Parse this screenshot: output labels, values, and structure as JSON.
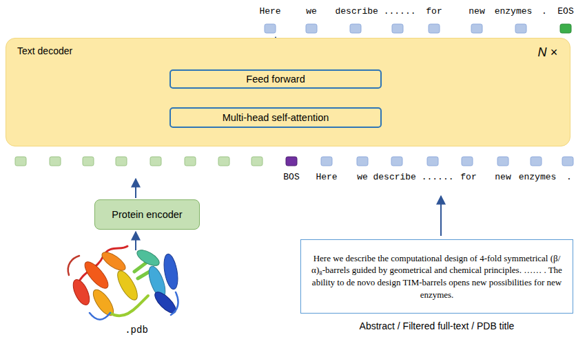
{
  "diagram": {
    "nodes": [
      {
        "text": [
          "Text decoder",
          "N ×"
        ]
      },
      {
        "text": [
          "Feed forward"
        ],
        "in": 0
      },
      {
        "text": [
          "Multi-head self-attention"
        ],
        "in": 0
      },
      {
        "text": [
          "Protein encoder"
        ]
      },
      {
        "text": [
          "Here we describe the computational design of 4-fold symmetrical (β/α)₈-barrels guided by geometrical and chemical principles. …… . The ability to de novo design TIM-barrels opens new possibilities for new enzymes."
        ]
      }
    ],
    "edges": [
      {
        "from": 2,
        "to": 1,
        "arrow": "to"
      }
    ],
    "labels": [
      "Here",
      "we",
      "describe ......",
      "for",
      "new",
      "enzymes",
      ".",
      "EOS",
      "BOS",
      "Here",
      "we",
      "describe ......",
      "for",
      "new",
      "enzymes",
      ".",
      ".pdb",
      "Abstract / Filtered full-text / PDB title"
    ]
  }
}
